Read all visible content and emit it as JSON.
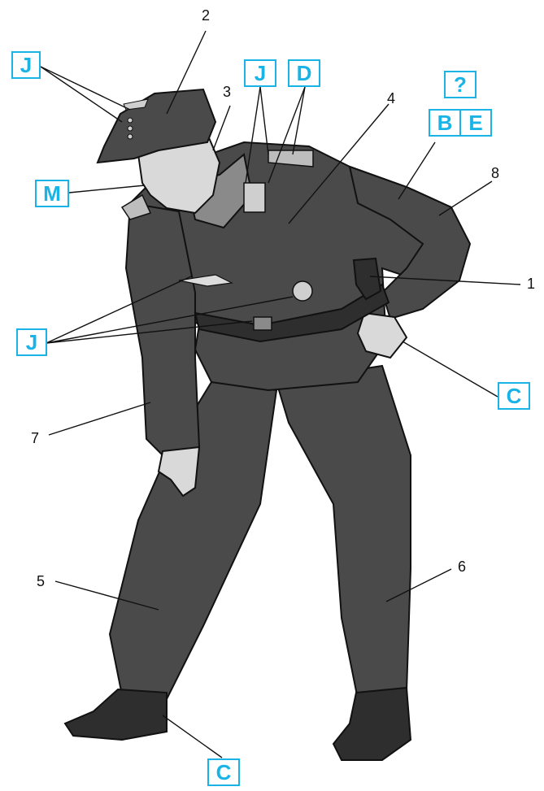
{
  "colors": {
    "accent": "#1ab3e6",
    "uniform": "#4a4a4a",
    "uniform_dark": "#2e2e2e",
    "skin": "#d9d9d9",
    "lines": "#111111",
    "collar": "#8a8a8a"
  },
  "callouts": {
    "numbers": [
      "1",
      "2",
      "3",
      "4",
      "5",
      "6",
      "7",
      "8"
    ],
    "letters": {
      "j_cap": "J",
      "j_shoulder": "J",
      "j_belt": "J",
      "d": "D",
      "m": "M",
      "q": "?",
      "b": "B",
      "e": "E",
      "c_holster": "C",
      "c_boot": "C"
    }
  }
}
